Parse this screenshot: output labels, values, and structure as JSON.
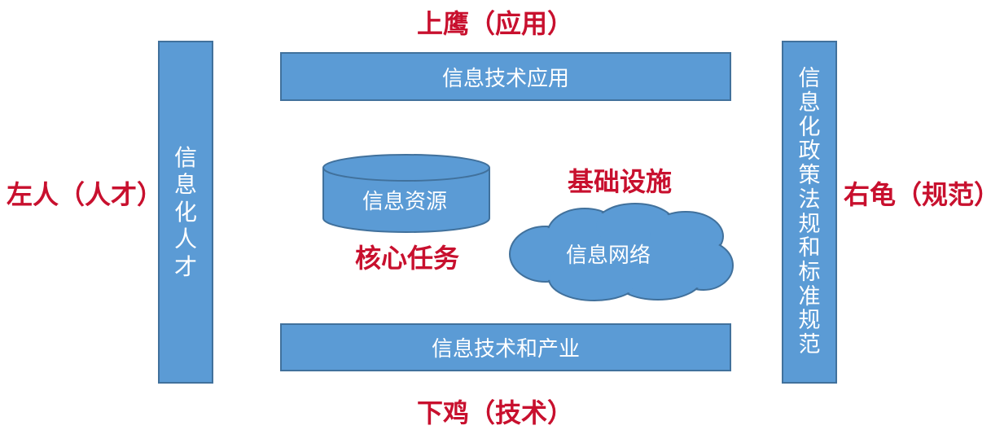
{
  "labels": {
    "top": "上鹰（应用）",
    "bottom": "下鸡（技术）",
    "left": "左人（人才）",
    "right": "右龟（规范）",
    "core_task": "核心任务",
    "infrastructure": "基础设施"
  },
  "boxes": {
    "top": "信息技术应用",
    "bottom": "信息技术和产业",
    "left": "信息化人才",
    "right": "信息化政策法规和标准规范"
  },
  "shapes": {
    "cylinder": "信息资源",
    "cloud": "信息网络"
  },
  "colors": {
    "box_fill": "#5b9bd5",
    "box_border": "#41719c",
    "label_red": "#c8102e"
  }
}
